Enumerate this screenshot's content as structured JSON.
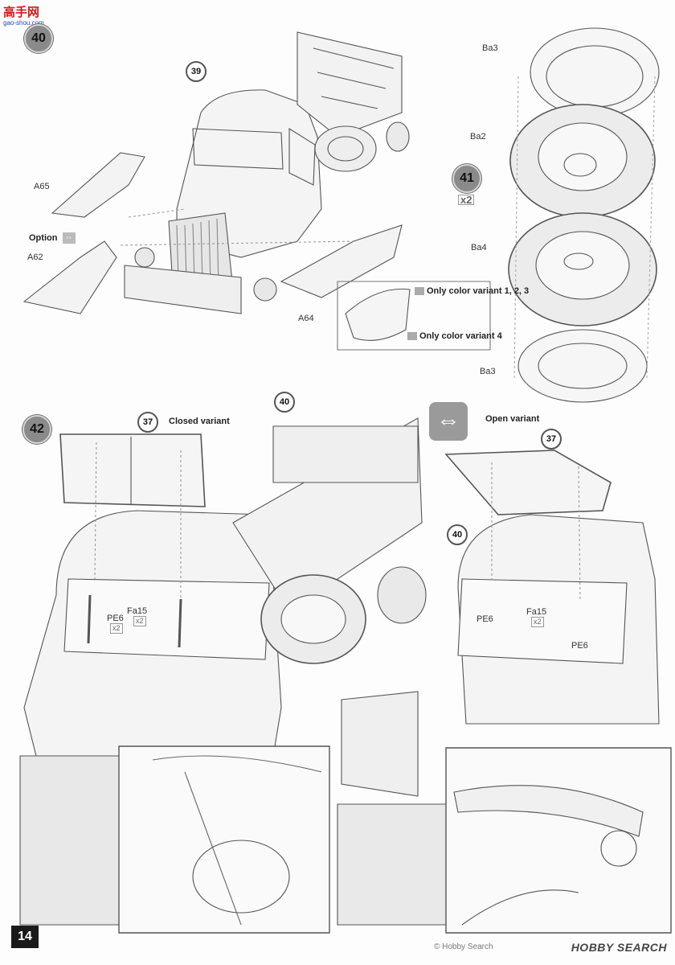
{
  "watermark": {
    "site": "高手网",
    "url": "gao-shou.com"
  },
  "steps": {
    "s40": "40",
    "s41": "41",
    "s42": "42"
  },
  "step41_multiplier": "x2",
  "callouts": {
    "c39": "39",
    "c40": "40",
    "c37a": "37",
    "c37b": "37",
    "c40b": "40"
  },
  "parts": {
    "a65": "A65",
    "a62": "A62",
    "a64": "A64",
    "ba3_top": "Ba3",
    "ba2": "Ba2",
    "ba4": "Ba4",
    "ba3_bottom": "Ba3",
    "pe6_left": "PE6",
    "fa15_left": "Fa15",
    "pe6_right_a": "PE6",
    "fa15_right": "Fa15",
    "pe6_right_b": "PE6"
  },
  "qty": {
    "pe6_left": "x2",
    "fa15_left": "x2",
    "fa15_right": "x2"
  },
  "labels": {
    "option": "Option",
    "color_variant_123": "Only color variant 1, 2, 3",
    "color_variant_4": "Only color variant 4",
    "closed_variant": "Closed variant",
    "open_variant": "Open variant"
  },
  "page_number": "14",
  "footer": {
    "copyright": "© Hobby Search",
    "brand": "HOBBY SEARCH"
  }
}
